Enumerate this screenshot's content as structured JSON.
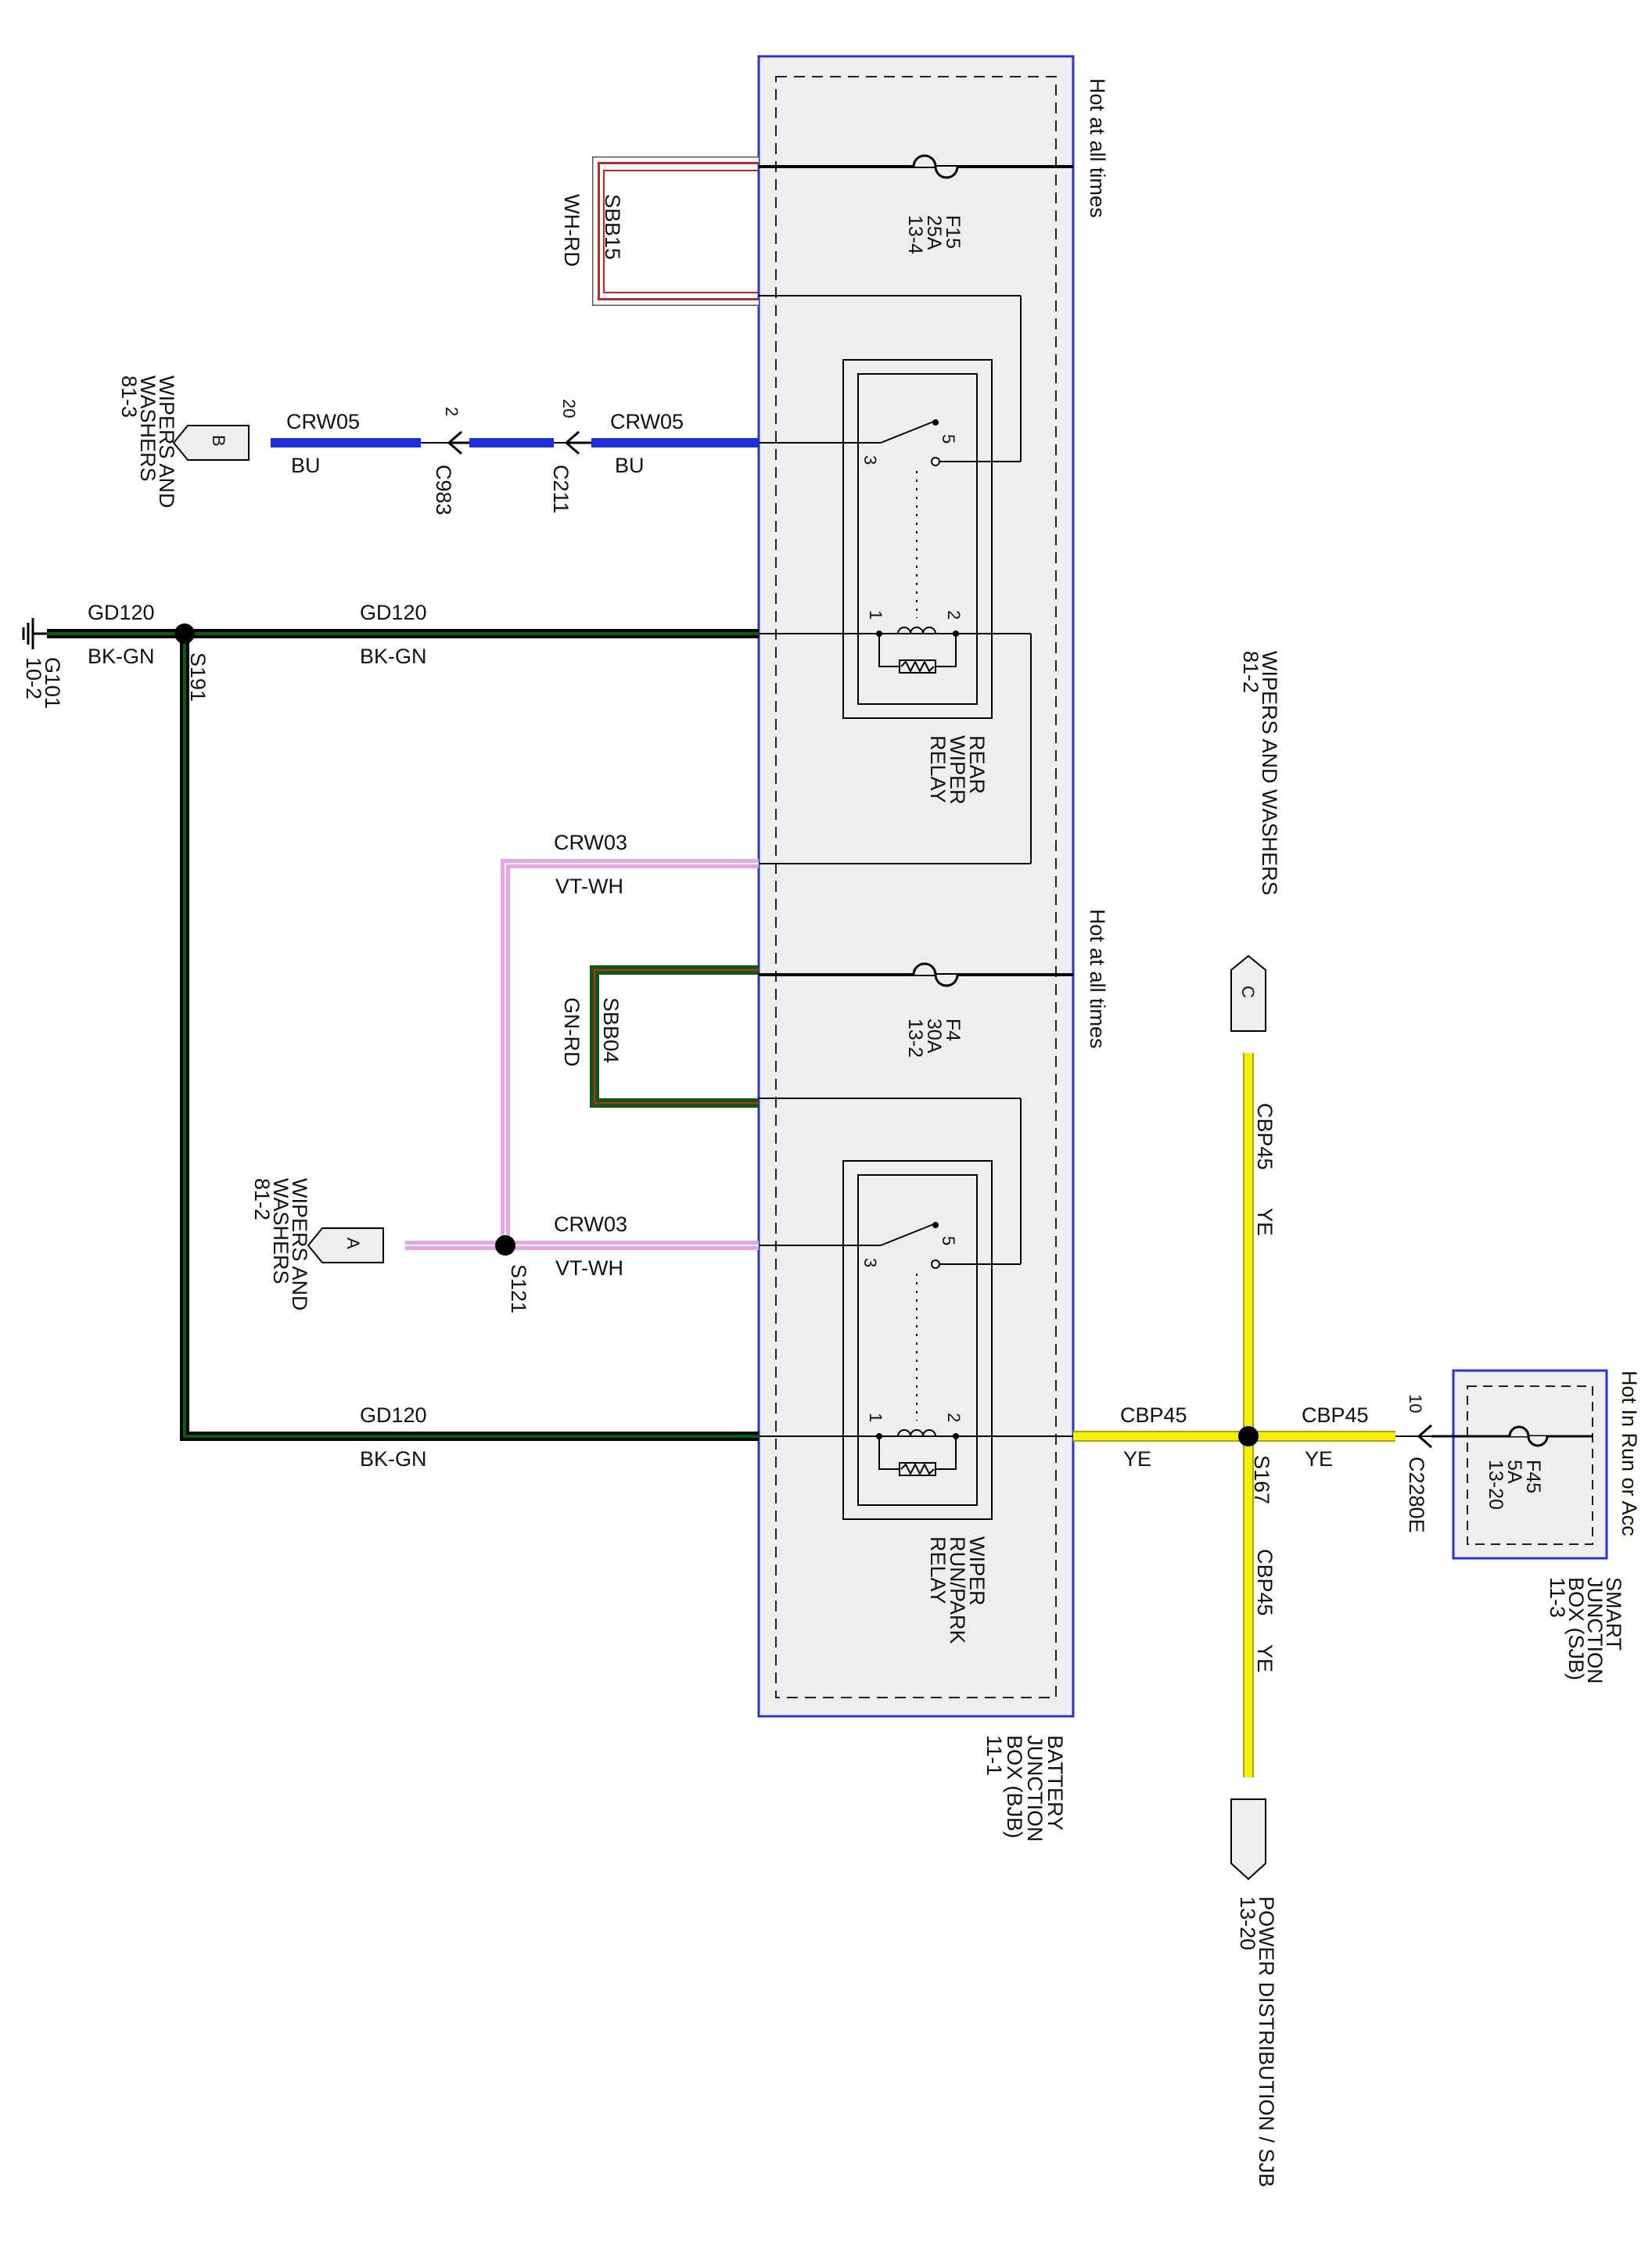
{
  "colors": {
    "blue_wire": "#1a2fd8",
    "green_wire": "#0b5a14",
    "black": "#000000",
    "violet_wire": "#e7a6e8",
    "yellow_wire": "#f4f000",
    "red_wire": "#d42020",
    "box_fill": "#eeeeee",
    "box_border": "#2b35c6"
  },
  "icons": [
    "fuse-symbol",
    "relay-coil-symbol",
    "relay-switch-symbol",
    "ground-symbol",
    "splice-dot",
    "connector-arrow",
    "off-page-connector"
  ],
  "bjb": {
    "title_lines": [
      "BATTERY",
      "JUNCTION",
      "BOX (BJB)",
      "11-1"
    ],
    "hot_label": "Hot at all times",
    "fuse_f15": [
      "F15",
      "25A",
      "13-4"
    ],
    "fuse_f4": [
      "F4",
      "30A",
      "13-2"
    ],
    "rear_relay_lines": [
      "REAR",
      "WIPER",
      "RELAY"
    ],
    "runpark_relay_lines": [
      "WIPER",
      "RUN/PARK",
      "RELAY"
    ],
    "pins": {
      "p1": "1",
      "p2": "2",
      "p3": "3",
      "p5": "5"
    }
  },
  "sjb": {
    "title_lines": [
      "SMART",
      "JUNCTION",
      "BOX (SJB)",
      "11-3"
    ],
    "hot_label": "Hot In Run or Acc",
    "fuse_f45": [
      "F45",
      "5A",
      "13-20"
    ]
  },
  "wires": {
    "sbb15": {
      "circuit": "SBB15",
      "color": "WH-RD"
    },
    "sbb04": {
      "circuit": "SBB04",
      "color": "GN-RD"
    },
    "crw05": {
      "circuit": "CRW05",
      "color": "BU"
    },
    "gd120": {
      "circuit": "GD120",
      "color": "BK-GN"
    },
    "crw03": {
      "circuit": "CRW03",
      "color": "VT-WH"
    },
    "cbp45": {
      "circuit": "CBP45",
      "color": "YE"
    }
  },
  "connectors": {
    "c983": {
      "name": "C983",
      "pin": "2"
    },
    "c211": {
      "name": "C211",
      "pin": "20"
    },
    "c2280e": {
      "name": "C2280E",
      "pin": "10"
    }
  },
  "splices": {
    "s191": "S191",
    "s121": "S121",
    "s167": "S167"
  },
  "ground": {
    "name": "G101",
    "ref": "10-2"
  },
  "offpage": {
    "b": {
      "letter": "B",
      "lines": [
        "WIPERS AND",
        "WASHERS",
        "81-3"
      ]
    },
    "a": {
      "letter": "A",
      "lines": [
        "WIPERS AND",
        "WASHERS",
        "81-2"
      ]
    },
    "c": {
      "letter": "C",
      "lines": [
        "WIPERS AND WASHERS",
        "81-2"
      ]
    },
    "pd": {
      "lines": [
        "POWER DISTRIBUTION / SJB",
        "13-20"
      ]
    }
  }
}
